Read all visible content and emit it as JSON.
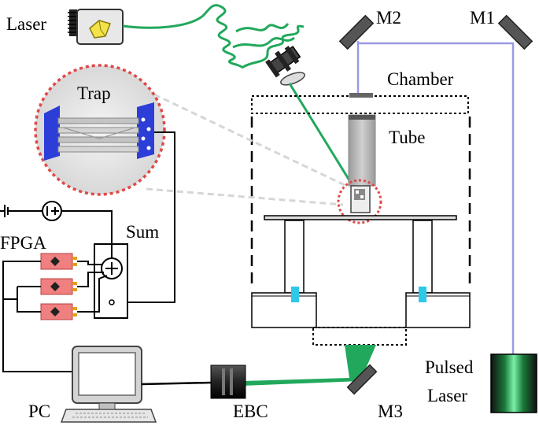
{
  "labels": {
    "laser": "Laser",
    "m2": "M2",
    "m1": "M1",
    "chamber": "Chamber",
    "tube": "Tube",
    "trap": "Trap",
    "sum": "Sum",
    "fpga": "FPGA",
    "pc": "PC",
    "ebc": "EBC",
    "m3": "M3",
    "pulsed_laser_line1": "Pulsed",
    "pulsed_laser_line2": "Laser"
  },
  "colors": {
    "laser_beam": "#22a85c",
    "pulsed_beam": "#9a9ae8",
    "trap_electrode": "#2d3ed8",
    "highlight_circle": "#e04848",
    "fpga_board": "#f08080",
    "aom_indicator": "#2ec8e8",
    "tube_gray": "#c8c8c8"
  }
}
